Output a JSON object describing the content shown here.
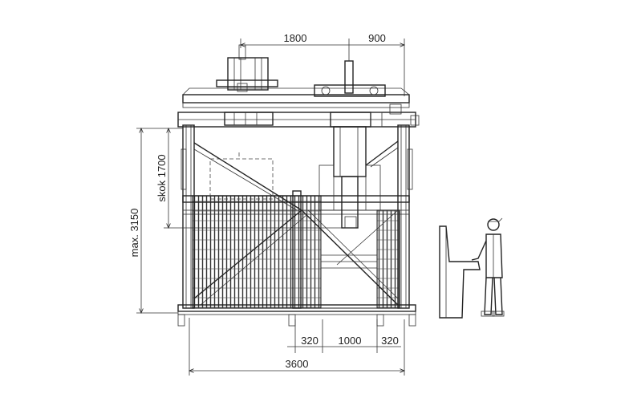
{
  "drawing": {
    "dimensions": {
      "top_left": "1800",
      "top_right": "900",
      "left_height": "max. 3150",
      "stroke": "skok 1700",
      "bottom_left_gap": "320",
      "bottom_mid": "1000",
      "bottom_right_gap": "320",
      "overall_width": "3600"
    },
    "line_color": "#222222",
    "background": "#ffffff"
  }
}
